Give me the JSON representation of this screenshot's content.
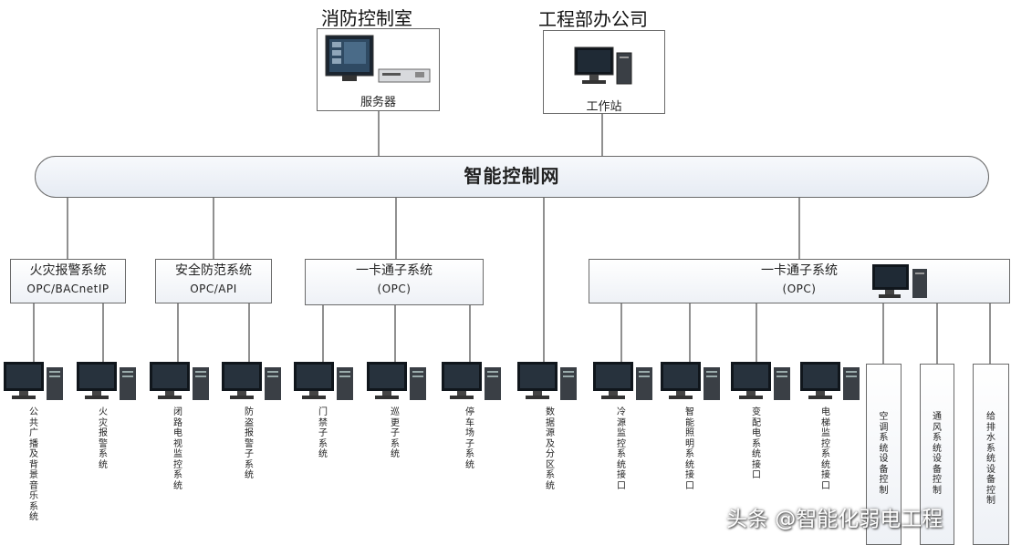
{
  "rooms": {
    "fire_control": {
      "title": "消防控制室",
      "caption": "服务器"
    },
    "engineering": {
      "title": "工程部办公司",
      "caption": "工作站"
    }
  },
  "network": {
    "label": "智能控制网"
  },
  "systems": [
    {
      "l1": "火灾报警系统",
      "l2": "OPC/BACnetIP"
    },
    {
      "l1": "安全防范系统",
      "l2": "OPC/API"
    },
    {
      "l1": "一卡通子系统",
      "l2": "(OPC)"
    },
    {
      "l1": "一卡通子系统",
      "l2": "(OPC)"
    }
  ],
  "terminals": [
    "公共广播及背景音乐系统",
    "火灾报警系统",
    "闭路电视监控系统",
    "防盗报警子系统",
    "门禁子系统",
    "巡更子系统",
    "停车场子系统",
    "数据源及分区系统",
    "冷源监控系统接口",
    "智能照明系统接口",
    "变配电系统接口",
    "电梯监控系统接口"
  ],
  "control_boxes": [
    "空调系统设备控制",
    "通风系统设备控制",
    "给排水系统设备控制"
  ],
  "watermark": "头条 @智能化弱电工程"
}
